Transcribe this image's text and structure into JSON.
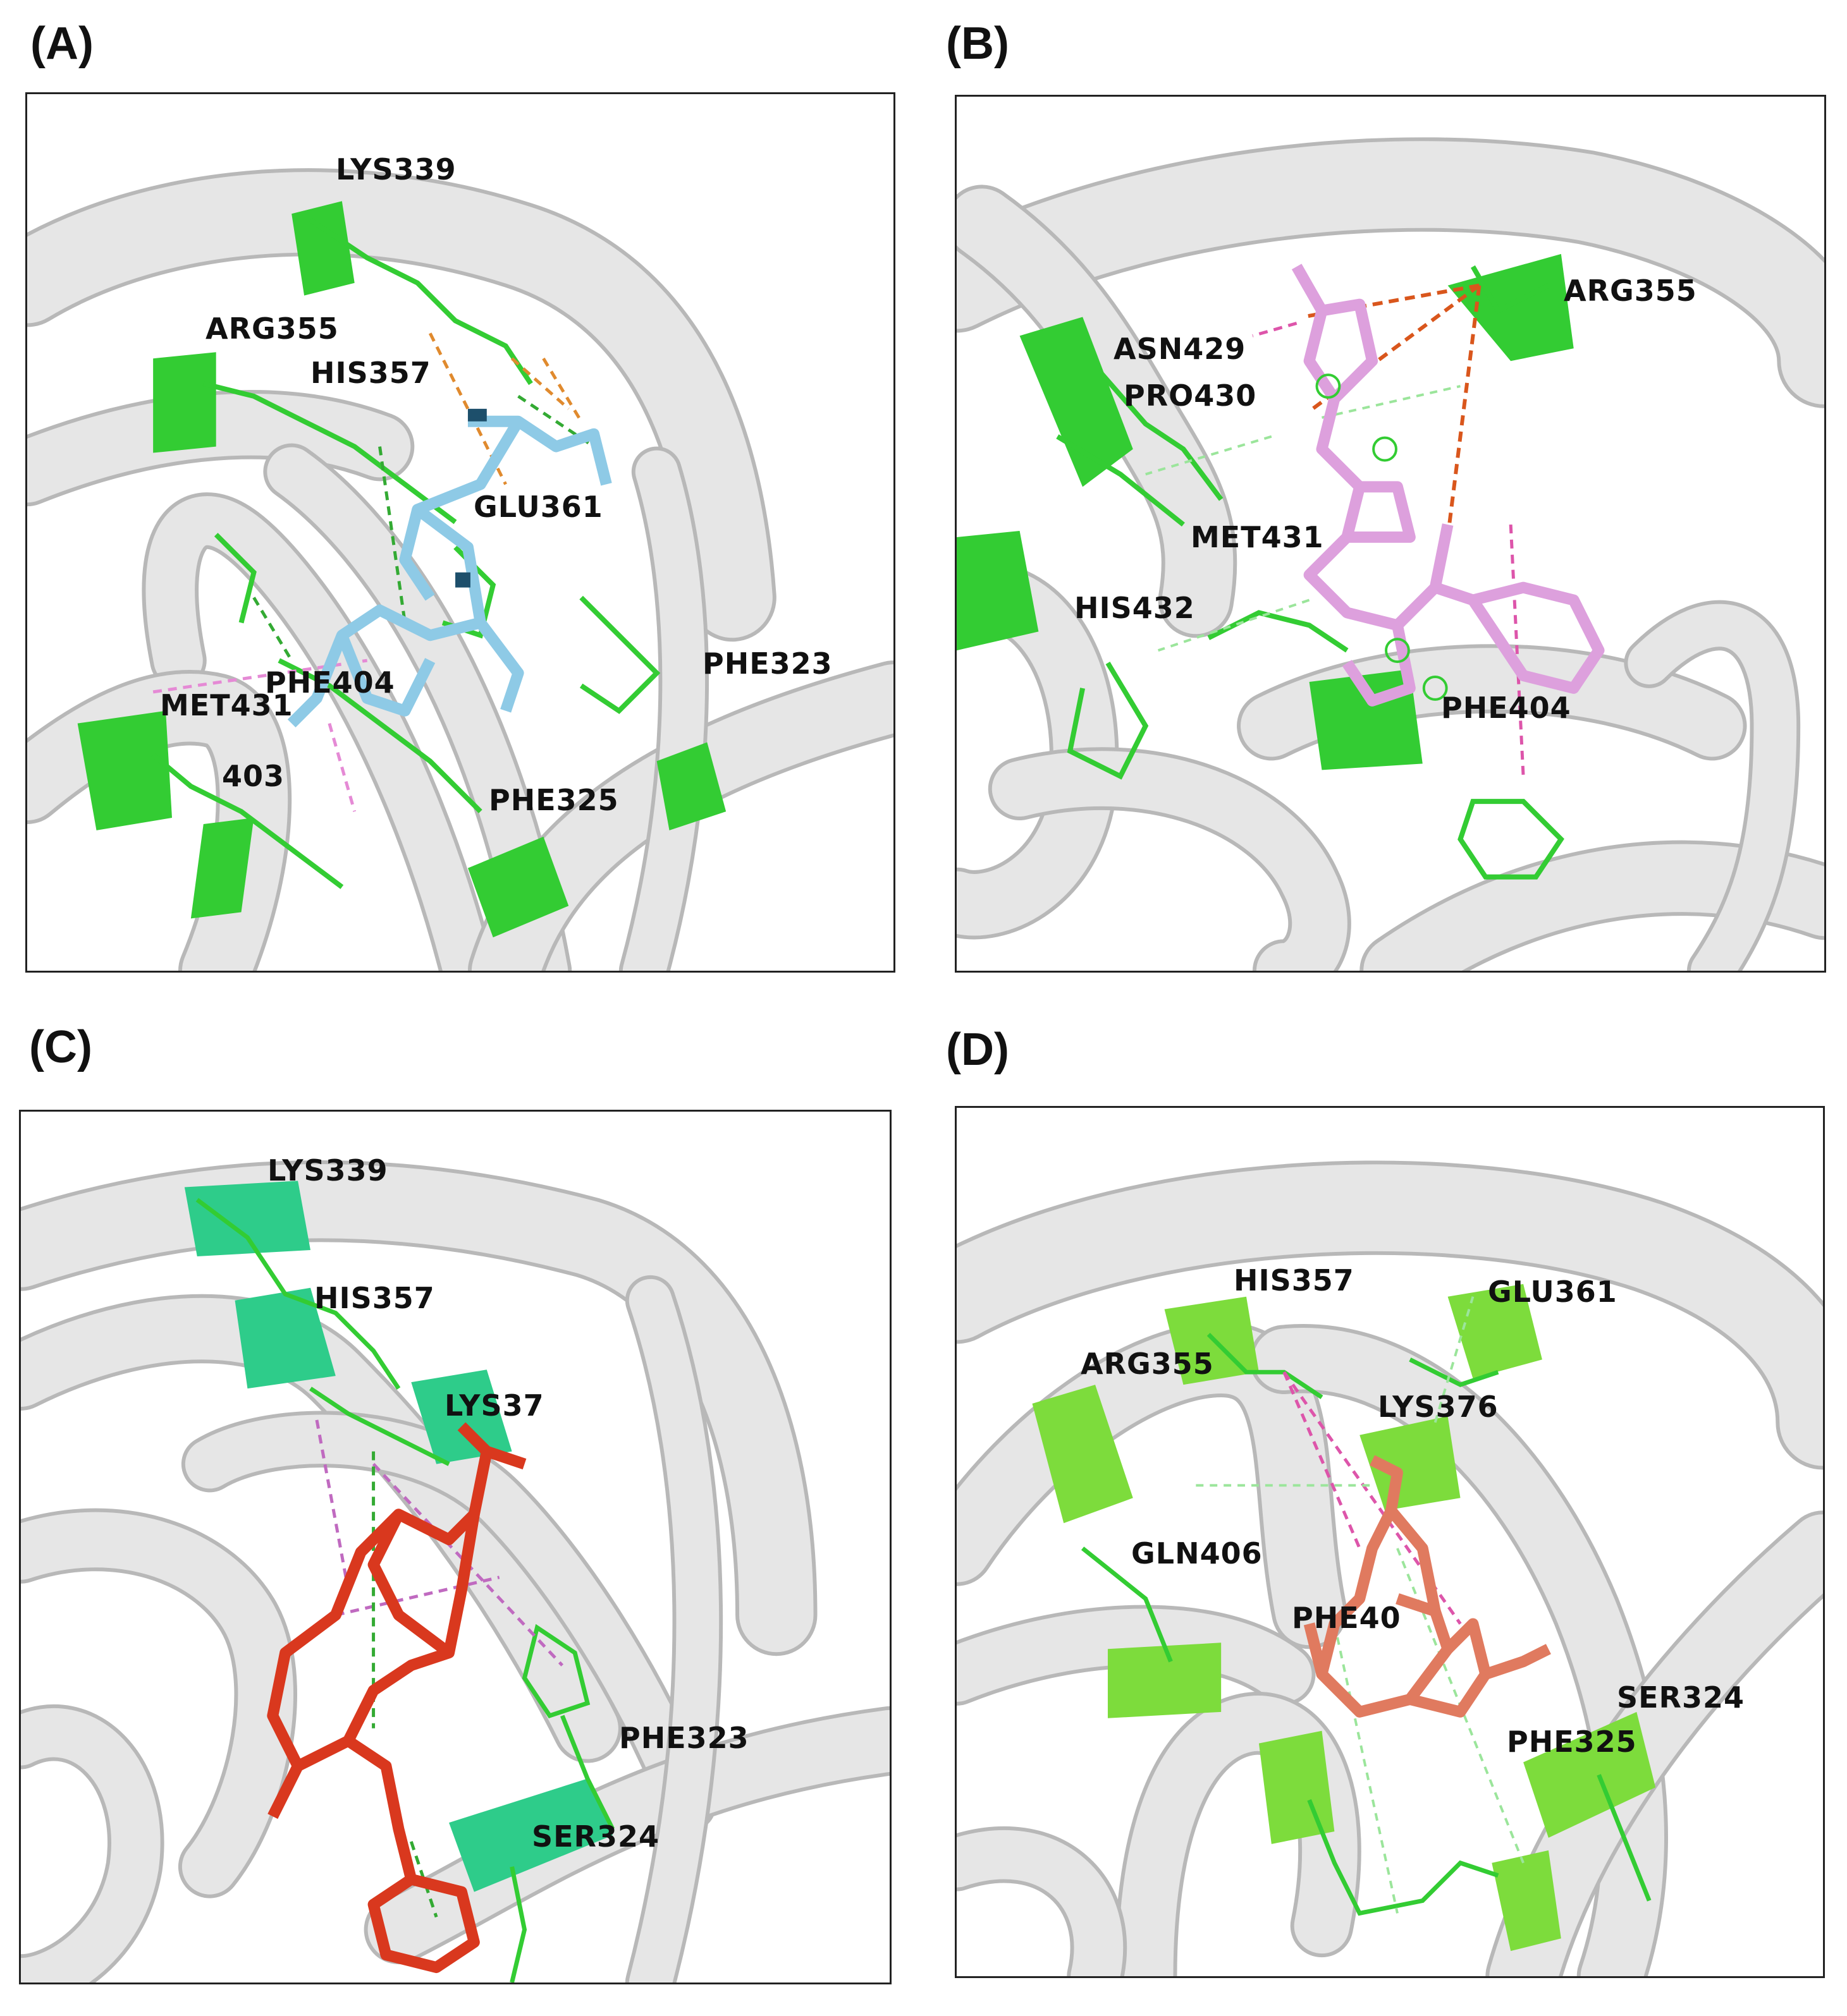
{
  "panels": [
    {
      "label": "(A)",
      "residues": [
        "LYS339",
        "ARG355",
        "HIS357",
        "GLU361",
        "PHE323",
        "PHE404",
        "MET431",
        "403",
        "PHE325"
      ],
      "ligand_color": "#8ecae6"
    },
    {
      "label": "(B)",
      "residues": [
        "ARG355",
        "ASN429",
        "PRO430",
        "MET431",
        "HIS432",
        "PHE404"
      ],
      "ligand_color": "#dda0dd"
    },
    {
      "label": "(C)",
      "residues": [
        "LYS339",
        "HIS357",
        "LYS37",
        "PHE323",
        "SER324"
      ],
      "ligand_color": "#d9381e"
    },
    {
      "label": "(D)",
      "residues": [
        "HIS357",
        "GLU361",
        "ARG355",
        "LYS376",
        "GLN406",
        "PHE40",
        "SER324",
        "PHE325"
      ],
      "ligand_color": "#e07a5f"
    }
  ],
  "colors": {
    "ribbon": "#e6e6e6",
    "ribbon_edge": "#b8b8b8",
    "residue_green": "#33cc33",
    "residue_teal": "#2ecc8a",
    "residue_lime": "#7ddc3c"
  }
}
